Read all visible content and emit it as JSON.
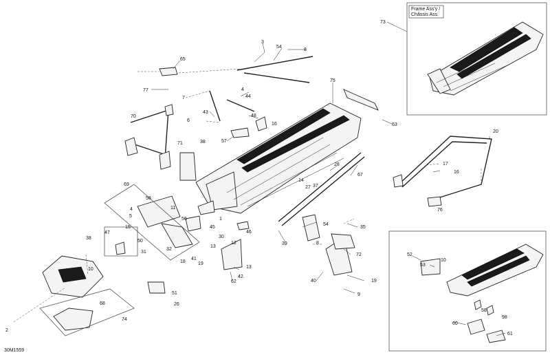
{
  "diagram_ref": "30M1559",
  "inset_top_title": [
    "Frame Ass'y /",
    "Châssis Ass."
  ],
  "callouts": {
    "c2": "2",
    "c3": "3",
    "c4": "4",
    "c5": "5",
    "c6": "6",
    "c7": "7",
    "c8": "8",
    "c9": "9",
    "c10": "10",
    "c11": "11",
    "c12": "12",
    "c13": "13",
    "c14": "14",
    "c15": "15",
    "c16": "16",
    "c17": "17",
    "c18": "18",
    "c19": "19",
    "c20": "20",
    "c26": "26",
    "c27": "27",
    "c28": "28",
    "c30": "30",
    "c31": "31",
    "c32": "32",
    "c35": "35",
    "c37": "37",
    "c38": "38",
    "c39": "39",
    "c40": "40",
    "c41": "41",
    "c42": "42",
    "c43": "43",
    "c44": "44",
    "c45": "45",
    "c46": "46",
    "c47": "47",
    "c48": "48",
    "c50": "50",
    "c51": "51",
    "c52": "52",
    "c53": "53",
    "c54": "54",
    "c56": "56",
    "c57": "57",
    "c58": "58",
    "c60": "60",
    "c61": "61",
    "c62": "62",
    "c63": "63",
    "c65": "65",
    "c67": "67",
    "c68": "68",
    "c69": "69",
    "c70": "70",
    "c71": "71",
    "c72": "72",
    "c73": "73",
    "c74": "74",
    "c75": "75",
    "c76": "76",
    "c77": "77",
    "c98": "98",
    "c1": "1"
  },
  "colors": {
    "line": "#222222",
    "fill": "#f4f4f4",
    "dark": "#1a1a1a",
    "inset_border": "#555555"
  }
}
